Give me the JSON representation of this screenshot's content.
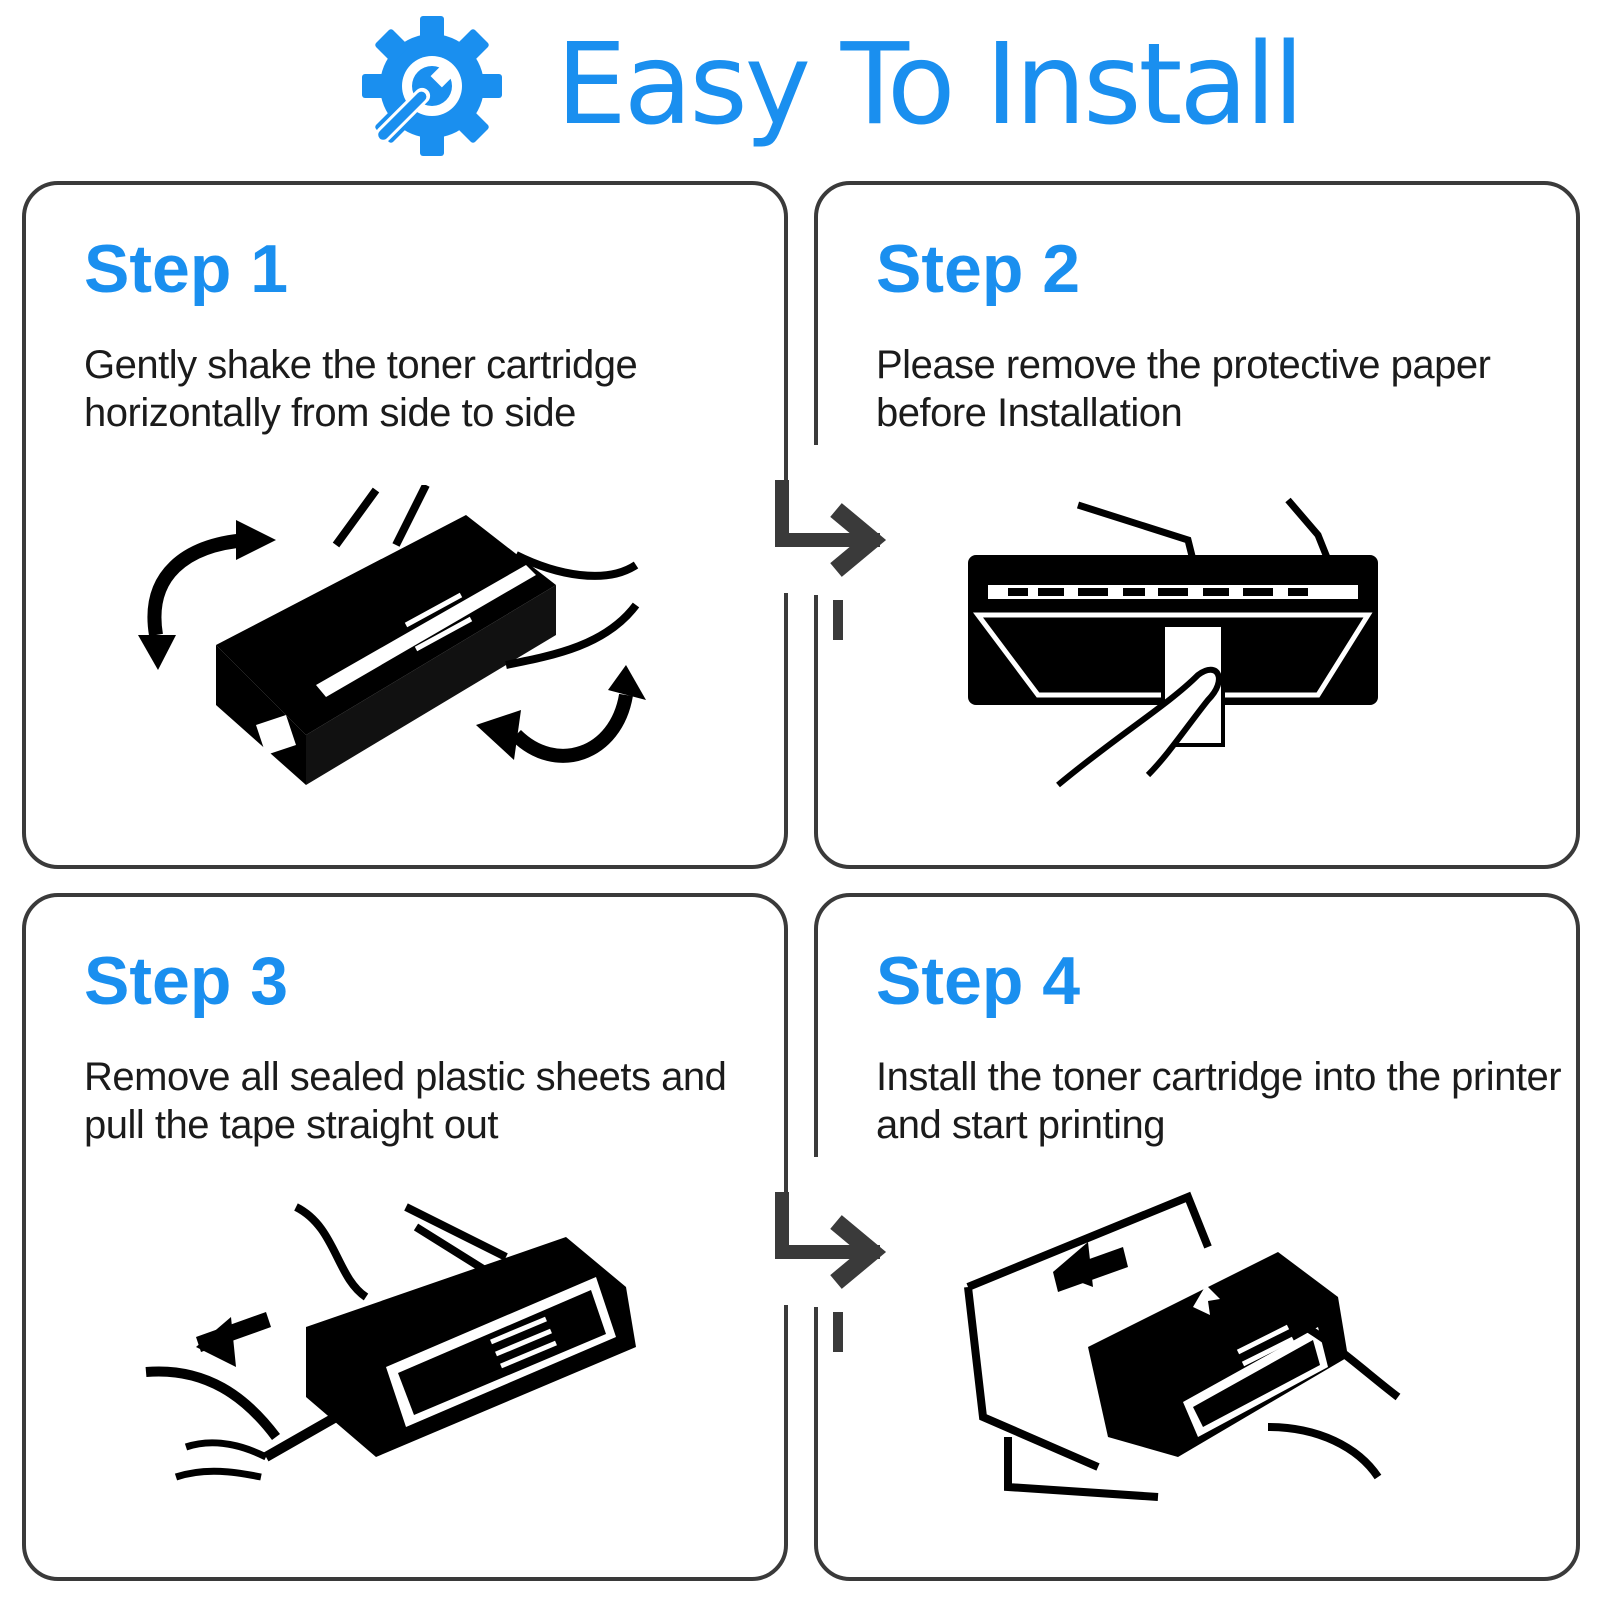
{
  "header": {
    "title": "Easy To Install",
    "icon": "gear-wrench-icon",
    "accent_color": "#1a8fef"
  },
  "steps": [
    {
      "title": "Step 1",
      "text": "Gently shake the toner cartridge horizontally from side to side",
      "illustration": "shake-cartridge-illustration"
    },
    {
      "title": "Step 2",
      "text": "Please remove the protective paper before Installation",
      "illustration": "remove-paper-illustration"
    },
    {
      "title": "Step 3",
      "text": "Remove all sealed plastic sheets and pull the tape straight out",
      "illustration": "pull-tape-illustration"
    },
    {
      "title": "Step 4",
      "text": "Install the toner cartridge into the printer and start printing",
      "illustration": "install-cartridge-illustration"
    }
  ],
  "colors": {
    "text": "#1b1b1b",
    "border": "#3a3a3a",
    "arrow": "#3a3a3a"
  }
}
